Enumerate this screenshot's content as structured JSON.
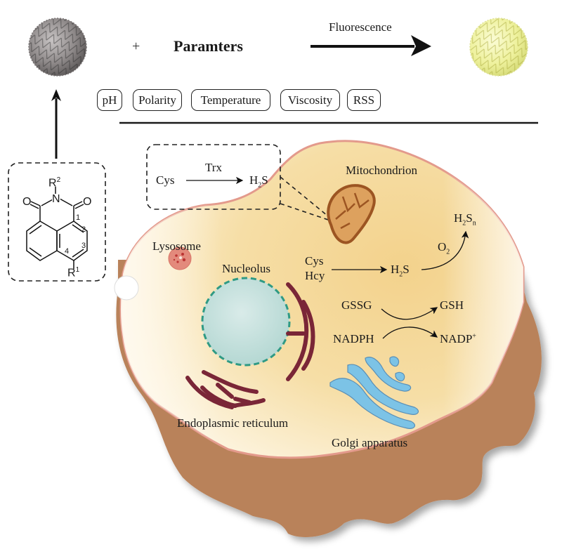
{
  "header": {
    "plus_sign": "+",
    "title": "Paramters",
    "arrow_label": "Fluorescence"
  },
  "parameters": [
    "pH",
    "Polarity",
    "Temperature",
    "Viscosity",
    "RSS"
  ],
  "structure": {
    "name": "1,8-naphthalimide scaffold",
    "atoms": {
      "N": "N",
      "O_left": "O",
      "O_right": "O"
    },
    "substituents": {
      "imide": "R",
      "imide_sup": "2",
      "position4": "R",
      "position4_sup": "1"
    },
    "ring_numbers": [
      "1",
      "2",
      "3",
      "4"
    ]
  },
  "inset": {
    "reactant": "Cys",
    "catalyst": "Trx",
    "product_main": "H",
    "product_sub": "2",
    "product_tail": "S"
  },
  "organelles": {
    "mitochondrion": "Mitochondrion",
    "lysosome": "Lysosome",
    "nucleolus": "Nucleolus",
    "er": "Endoplasmic reticulum",
    "golgi": "Golgi apparatus"
  },
  "reactions": {
    "r1_reactant_a": "Cys",
    "r1_reactant_b": "Hcy",
    "r1_product": {
      "main": "H",
      "sub": "2",
      "tail": "S"
    },
    "r2_oxidant": {
      "main": "O",
      "sub": "2"
    },
    "r2_product": {
      "main": "H",
      "sub": "2",
      "mid": "S",
      "sub2": "n"
    },
    "r3_left_top": "GSSG",
    "r3_right_top": "GSH",
    "r3_left_bottom": "NADPH",
    "r3_right_bottom": {
      "main": "NADP",
      "sup": "+"
    }
  },
  "colors": {
    "cytoplasm": "#f5d796",
    "membrane": "#e39a8c",
    "cell_base": "#b9825a",
    "nucleolus": "#c9e2e0",
    "nucleolus_border": "#2f9a84",
    "er": "#7a2637",
    "golgi": "#7cc3e6",
    "mitochondrion_fill": "#dda15e",
    "mitochondrion_stroke": "#9c5522",
    "lysosome": "#e38a7c",
    "sphere_dark": "#8e8a8a",
    "sphere_bright": "#eff3a2"
  }
}
